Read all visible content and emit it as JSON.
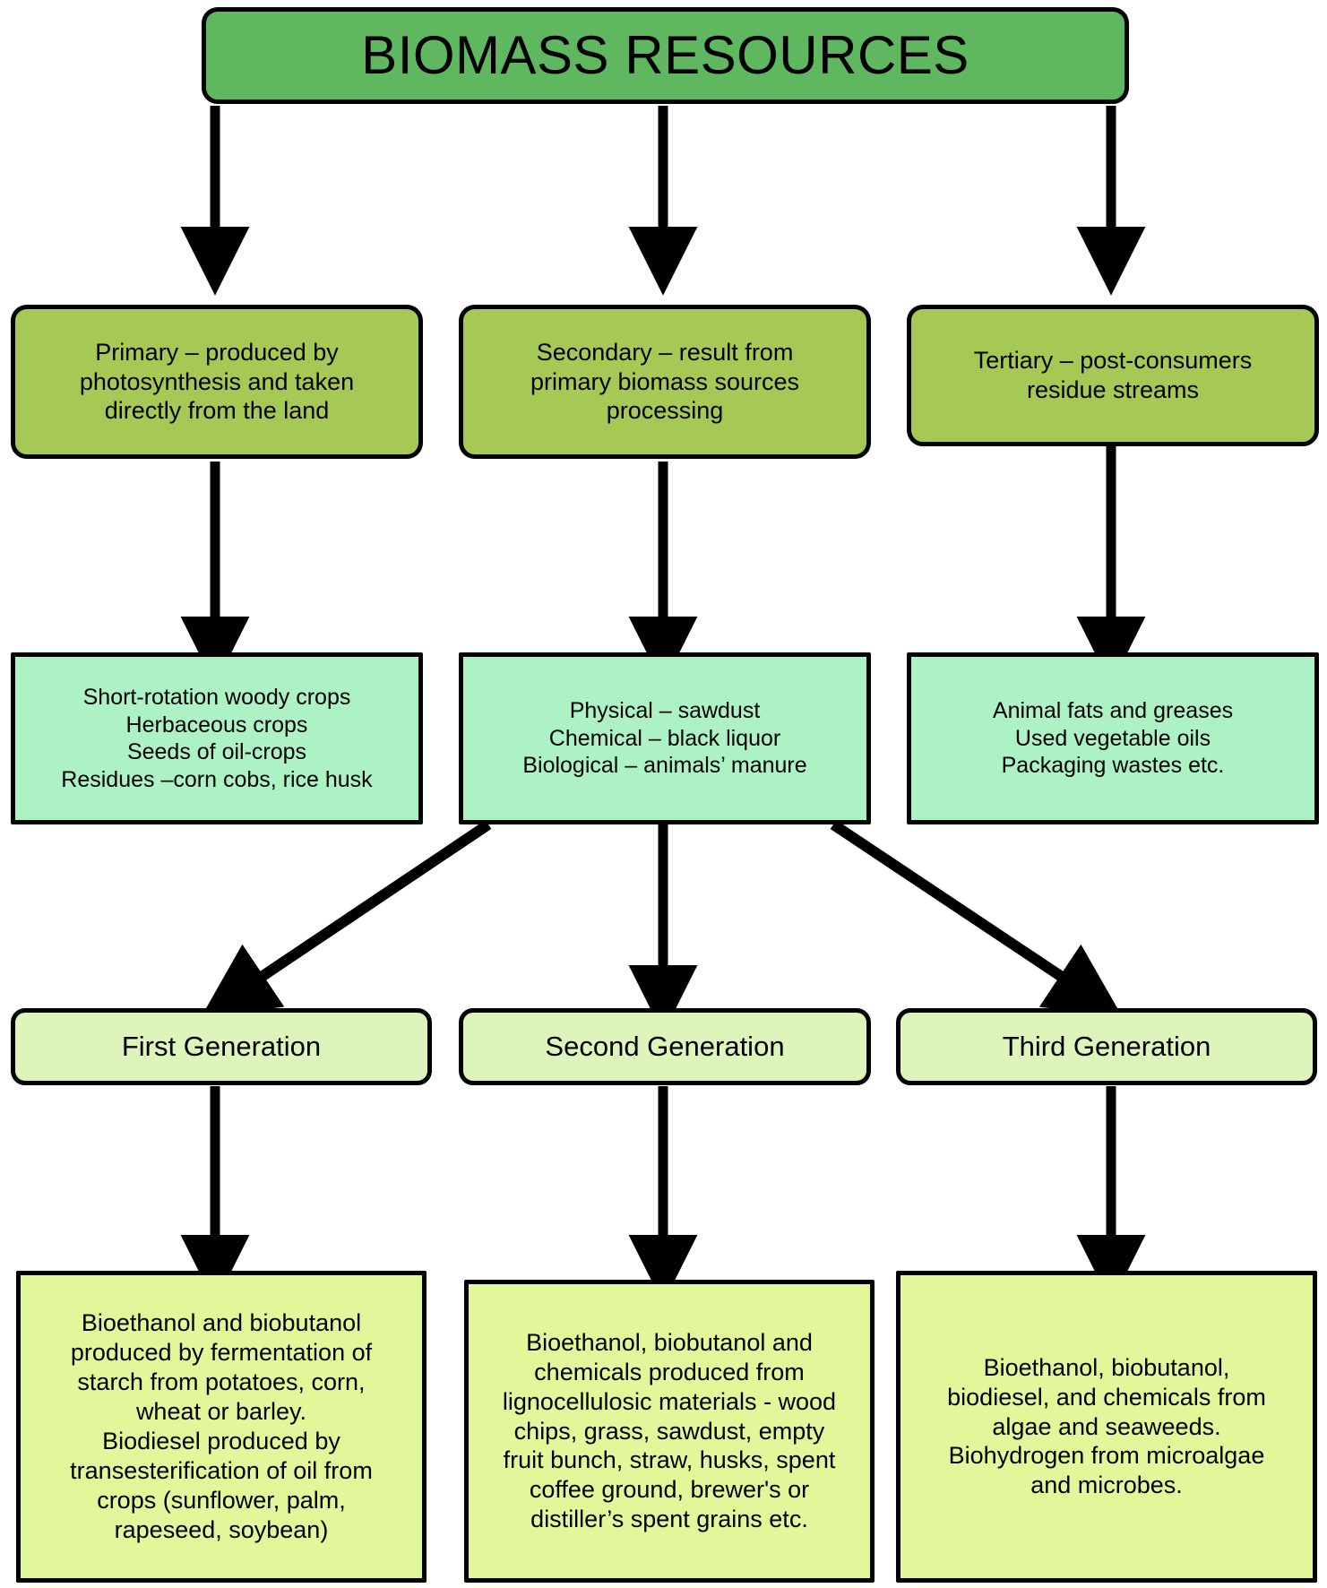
{
  "diagram": {
    "title": "BIOMASS   RESOURCES",
    "colors": {
      "title_fill": "#5fb85f",
      "tier_fill": "#a6c955",
      "source_fill": "#acf2c4",
      "generation_fill": "#ddf5bb",
      "product_fill": "#e2f79a",
      "stroke": "#000000",
      "background": "#ffffff"
    },
    "tiers": [
      {
        "id": "primary",
        "lines": [
          "Primary – produced by",
          "photosynthesis and taken",
          "directly from the land"
        ]
      },
      {
        "id": "secondary",
        "lines": [
          "Secondary – result from",
          "primary biomass sources",
          "processing"
        ]
      },
      {
        "id": "tertiary",
        "lines": [
          "Tertiary – post-consumers",
          "residue streams"
        ]
      }
    ],
    "sources": [
      {
        "id": "primary-sources",
        "lines": [
          "Short-rotation woody crops",
          "Herbaceous crops",
          "Seeds of oil-crops",
          "Residues –corn cobs, rice husk"
        ]
      },
      {
        "id": "secondary-sources",
        "lines": [
          "Physical – sawdust",
          "Chemical – black liquor",
          "Biological – animals’ manure"
        ]
      },
      {
        "id": "tertiary-sources",
        "lines": [
          "Animal fats and greases",
          "Used vegetable oils",
          "Packaging wastes etc."
        ]
      }
    ],
    "generations": [
      {
        "id": "first-generation",
        "label": "First Generation"
      },
      {
        "id": "second-generation",
        "label": "Second Generation"
      },
      {
        "id": "third-generation",
        "label": "Third Generation"
      }
    ],
    "products": [
      {
        "id": "first-generation-products",
        "lines": [
          "Bioethanol and biobutanol",
          "produced by fermentation of",
          "starch from potatoes, corn,",
          "wheat or barley.",
          "Biodiesel produced by",
          "transesterification of oil from",
          "crops (sunflower, palm,",
          "rapeseed, soybean)"
        ]
      },
      {
        "id": "second-generation-products",
        "lines": [
          "Bioethanol, biobutanol and",
          "chemicals produced from",
          "lignocellulosic materials - wood",
          "chips, grass, sawdust, empty",
          "fruit bunch, straw, husks, spent",
          "coffee ground, brewer's or",
          "distiller’s spent grains etc."
        ]
      },
      {
        "id": "third-generation-products",
        "lines": [
          "Bioethanol, biobutanol,",
          "biodiesel, and chemicals from",
          "algae and seaweeds.",
          "Biohydrogen from microalgae",
          "and microbes."
        ]
      }
    ],
    "connectors": [
      {
        "id": "title-to-primary",
        "type": "vertical-arrow"
      },
      {
        "id": "title-to-secondary",
        "type": "vertical-arrow"
      },
      {
        "id": "title-to-tertiary",
        "type": "vertical-arrow"
      },
      {
        "id": "primary-to-primary-sources",
        "type": "vertical-arrow"
      },
      {
        "id": "secondary-to-secondary-sources",
        "type": "vertical-arrow"
      },
      {
        "id": "tertiary-to-tertiary-sources",
        "type": "vertical-arrow"
      },
      {
        "id": "secondary-sources-to-first-generation",
        "type": "diagonal-arrow"
      },
      {
        "id": "secondary-sources-to-second-generation",
        "type": "vertical-arrow"
      },
      {
        "id": "secondary-sources-to-third-generation",
        "type": "diagonal-arrow"
      },
      {
        "id": "first-generation-to-products",
        "type": "vertical-arrow"
      },
      {
        "id": "second-generation-to-products",
        "type": "vertical-arrow"
      },
      {
        "id": "third-generation-to-products",
        "type": "vertical-arrow"
      }
    ]
  }
}
